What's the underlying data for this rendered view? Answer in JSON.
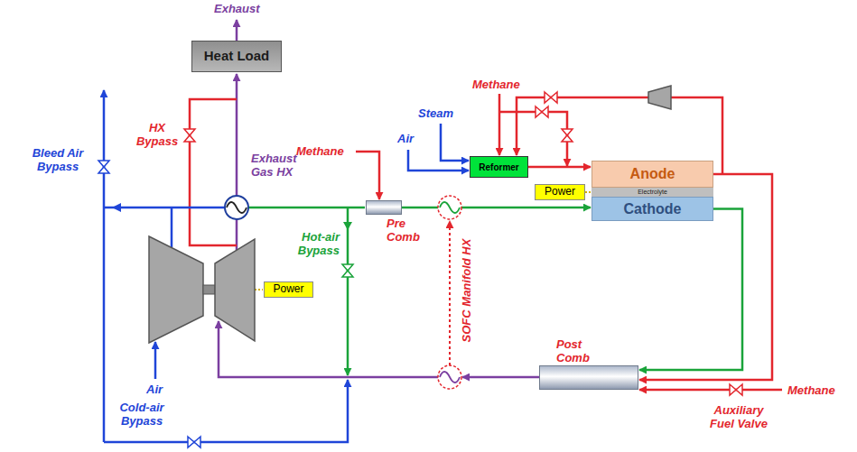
{
  "diagram": {
    "nodes": [
      {
        "text": [
          "Heat Load"
        ]
      },
      {
        "text": [
          "Pre Comb"
        ]
      },
      {
        "text": [
          "Reformer"
        ]
      },
      {
        "text": [
          "Anode"
        ]
      },
      {
        "text": [
          "Electrolyte"
        ]
      },
      {
        "text": [
          "Power"
        ]
      },
      {
        "text": [
          "Cathode"
        ]
      },
      {
        "text": [
          "Power"
        ]
      },
      {
        "text": [
          "Post Comb"
        ]
      }
    ],
    "edges": [
      {
        "from": 2,
        "to": 3,
        "arrow": "to"
      },
      {
        "from": 1,
        "to": 6,
        "arrow": "to"
      },
      {
        "from": 5,
        "to": 4,
        "arrow": "none"
      },
      {
        "from": 6,
        "to": 8,
        "arrow": "to"
      },
      {
        "from": 3,
        "to": 8,
        "arrow": "to"
      }
    ],
    "labels": [
      "Exhaust",
      "HX Bypass",
      "Bleed Air Bypass",
      "Exhaust Gas HX",
      "Methane",
      "Air",
      "Steam",
      "Methane",
      "Hot-air Bypass",
      "SOFC Manifold HX",
      "Air",
      "Cold-air Bypass",
      "Methane",
      "Auxiliary Fuel Valve"
    ]
  }
}
